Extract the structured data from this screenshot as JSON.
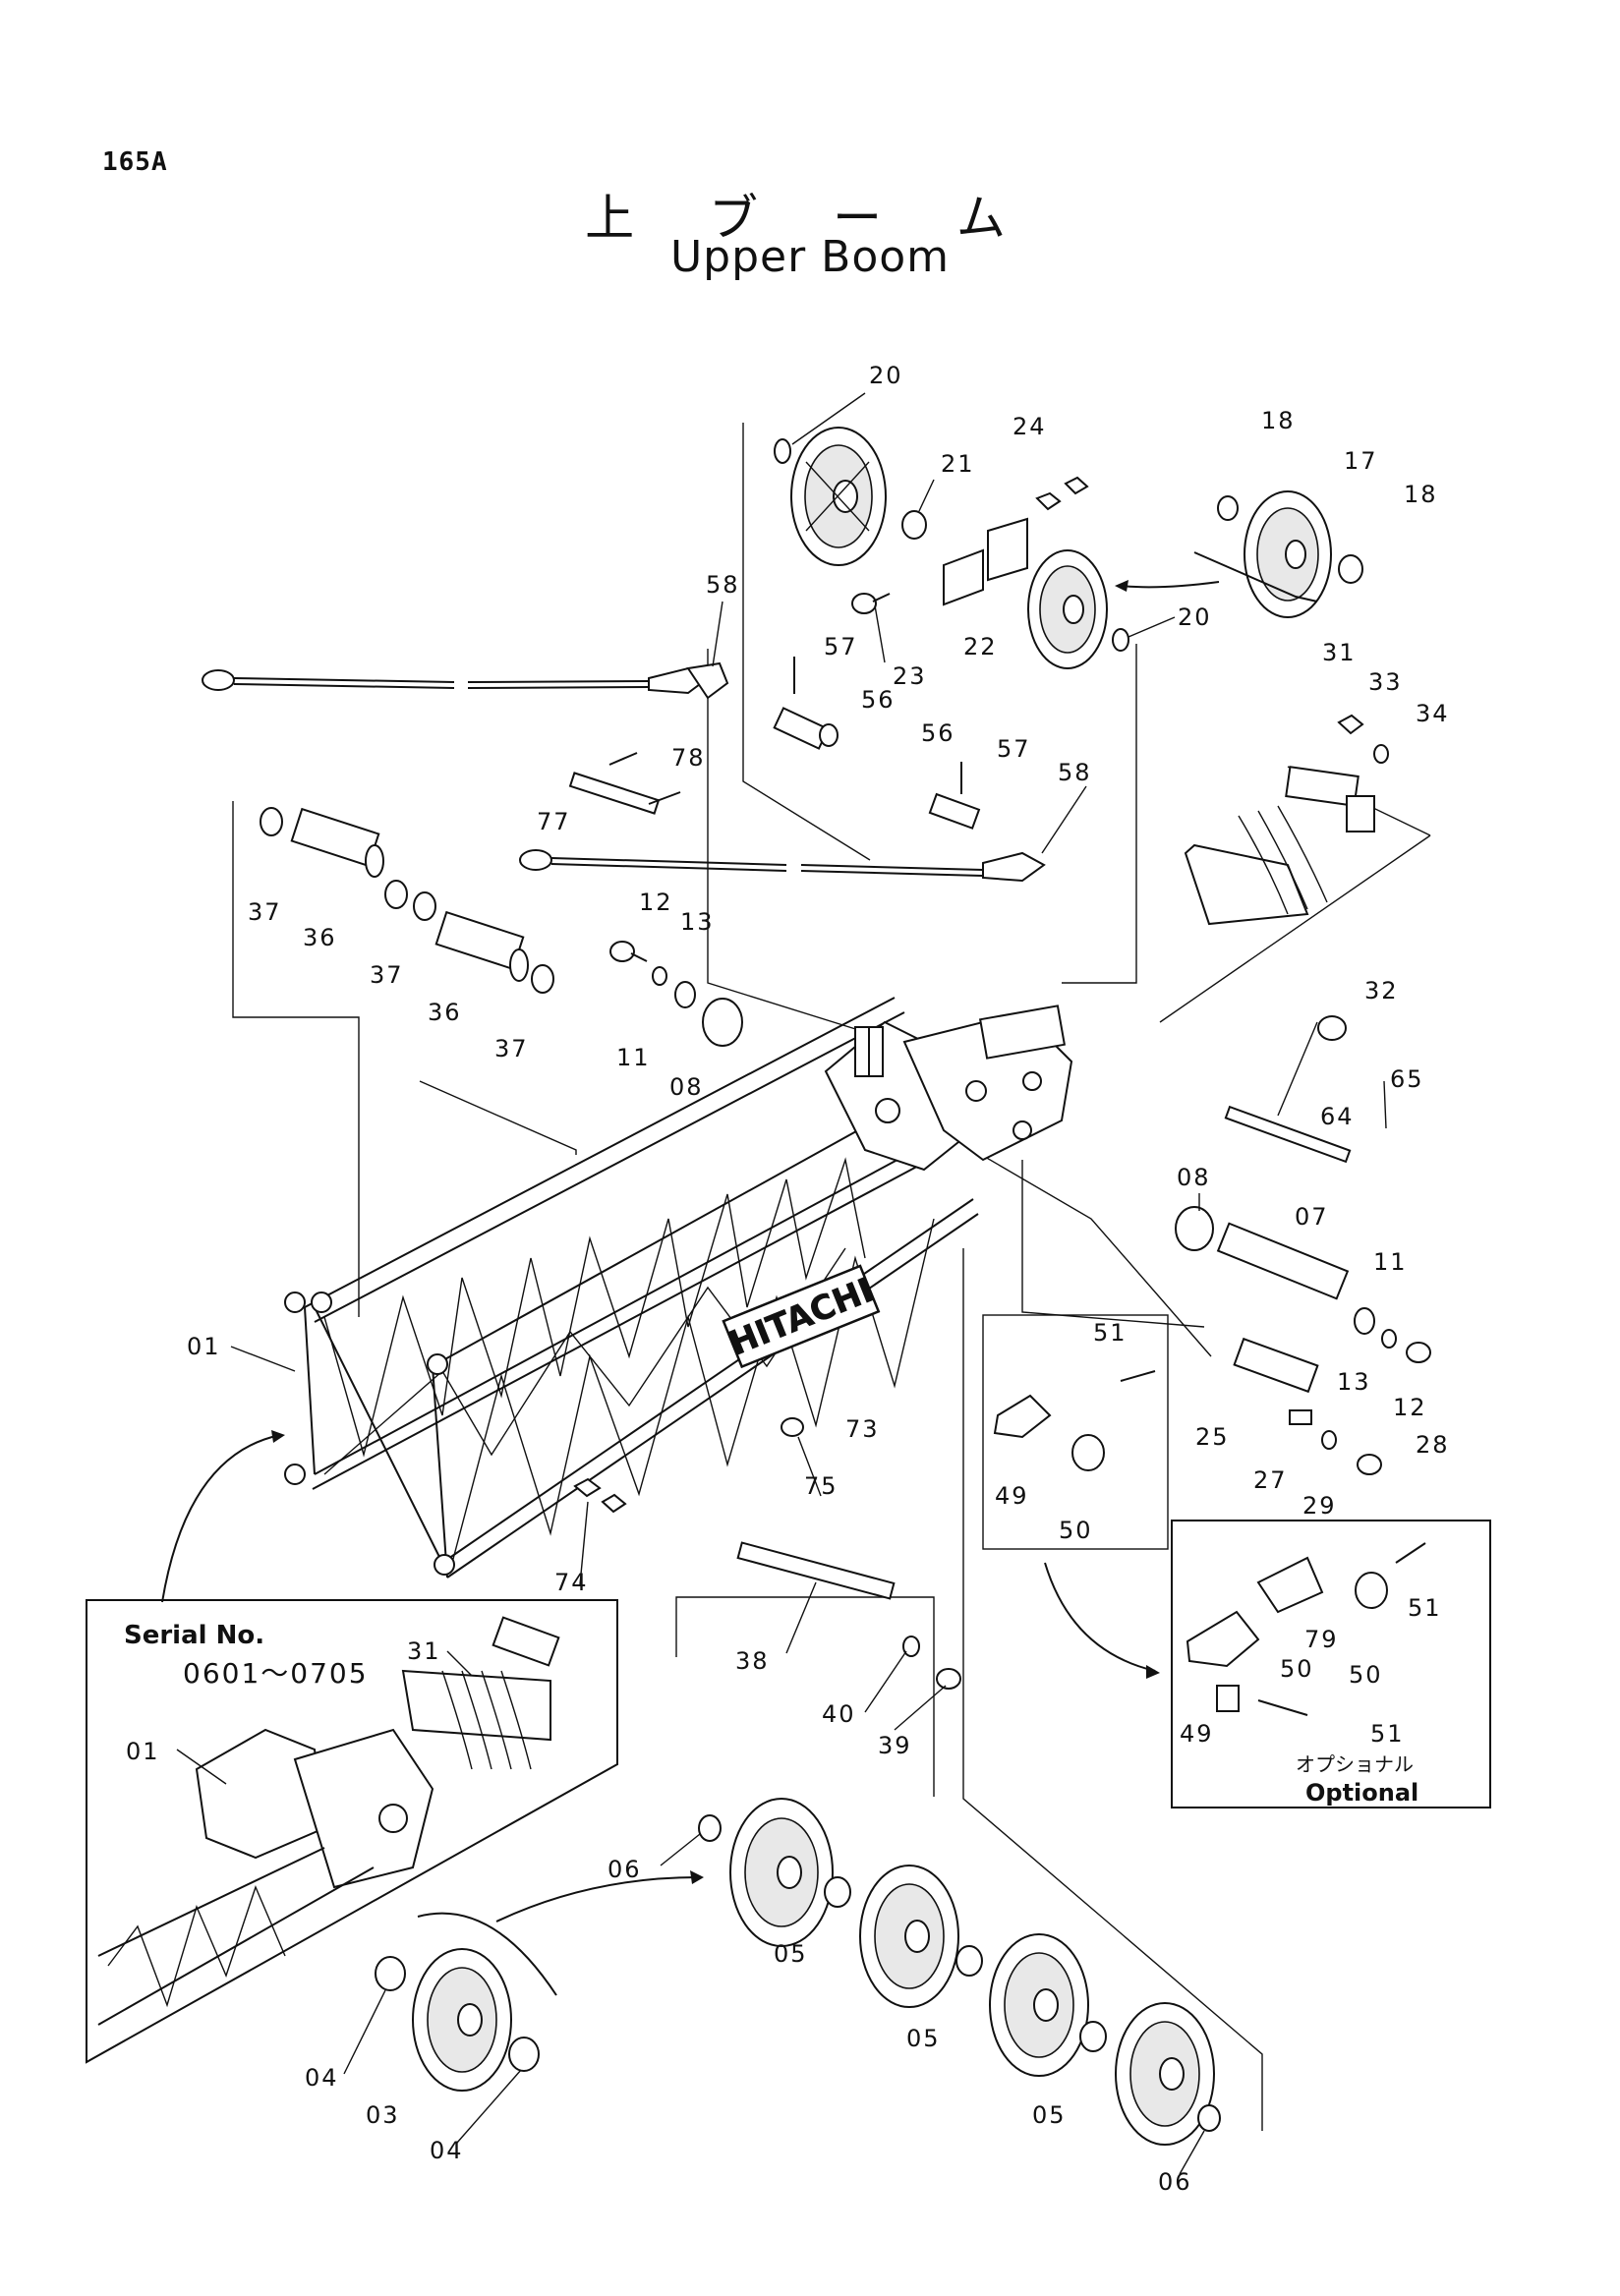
{
  "page_code": "165A",
  "title_jp": "上 ブ ー ム",
  "title_en": "Upper Boom",
  "brand_plate": "HITACHI",
  "serial_box": {
    "label": "Serial No.",
    "range": "0601～0705"
  },
  "optional_box": {
    "jp": "オプショナル",
    "en": "Optional"
  },
  "callouts": [
    "20",
    "24",
    "18",
    "17",
    "18",
    "21",
    "58",
    "57",
    "23",
    "22",
    "20",
    "31",
    "33",
    "34",
    "56",
    "78",
    "56",
    "57",
    "58",
    "77",
    "37",
    "36",
    "37",
    "36",
    "37",
    "12",
    "13",
    "11",
    "08",
    "32",
    "65",
    "64",
    "08",
    "07",
    "11",
    "13",
    "12",
    "01",
    "51",
    "73",
    "75",
    "25",
    "27",
    "28",
    "29",
    "49",
    "50",
    "74",
    "38",
    "40",
    "39",
    "31",
    "01",
    "79",
    "50",
    "50",
    "51",
    "49",
    "51",
    "06",
    "05",
    "05",
    "04",
    "03",
    "04",
    "05",
    "06"
  ]
}
